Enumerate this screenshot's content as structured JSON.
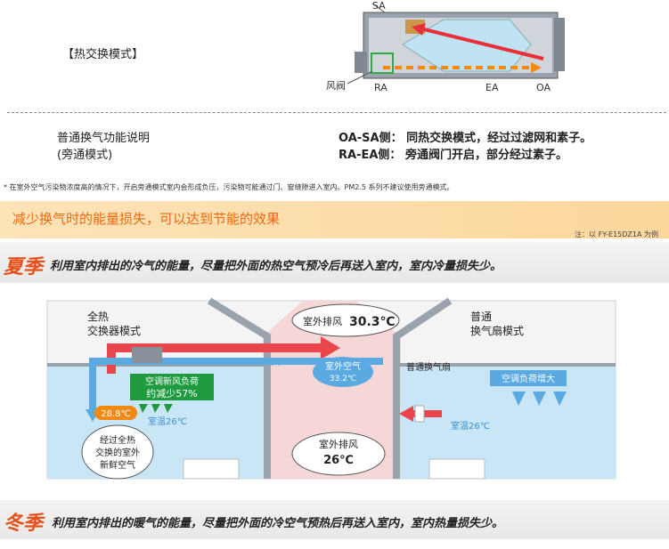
{
  "top_diagram": {
    "labels": {
      "sa": "SA",
      "valve": "风阀",
      "ra": "RA",
      "ea": "EA",
      "oa": "OA"
    }
  },
  "heat_exchange_mode": "【热交换模式】",
  "bypass": {
    "title_line1": "普通换气功能说明",
    "title_line2": "(旁通模式)",
    "oa_sa_key": "OA-SA侧：",
    "oa_sa_text": "同热交换模式，经过过滤网和素子。",
    "ra_ea_key": "RA-EA侧：",
    "ra_ea_text": "旁通阀门开启，部分经过素子。"
  },
  "footnote": "* 在室外空气污染物浓度高的情况下，开启旁通模式室内会形成负压，污染物可能通过门、窗缝隙进入室内。PM2.5 系列不建议使用旁通模式。",
  "banner": {
    "text": "减少换气时的能量损失，可以达到节能的效果",
    "note": "注：以 FY-E15DZ1A 为例"
  },
  "summer": {
    "title": "夏季",
    "desc": "利用室内排出的冷气的能量，尽量把外面的热空气预冷后再送入室内，室内冷量损失少。"
  },
  "winter": {
    "title": "冬季",
    "desc": "利用室内排出的暖气的能量，尽量把外面的冷空气预热后再送入室内，室内热量损失少。"
  },
  "scene": {
    "left_mode_line1": "全热",
    "left_mode_line2": "交换器模式",
    "right_mode_line1": "普通",
    "right_mode_line2": "换气扇模式",
    "exhaust_label": "室外排风",
    "exhaust_value": "30.3℃",
    "outdoor_air_line1": "室外空气",
    "outdoor_air_line2": "33.2℃",
    "normal_fan": "普通换气扇",
    "green_box_line1": "空调新风负荷",
    "green_box_line2": "约减少57%",
    "ac_load": "空调负荷增大",
    "supply_temp": "28.8℃",
    "room_temp_left": "室温26℃",
    "room_temp_right": "室温26℃",
    "fresh_air_line1": "经过全热",
    "fresh_air_line2": "交换的室外",
    "fresh_air_line3": "新鲜空气",
    "exhaust2_label": "室外排风",
    "exhaust2_value": "26℃"
  },
  "colors": {
    "warm_arrow": "#e8454d",
    "cool_arrow": "#5aa9e0",
    "room_fill": "#c9e6f7",
    "green_box": "#1f9a3f",
    "orange_temp": "#f08a12",
    "accent_orange": "#e8501a"
  }
}
